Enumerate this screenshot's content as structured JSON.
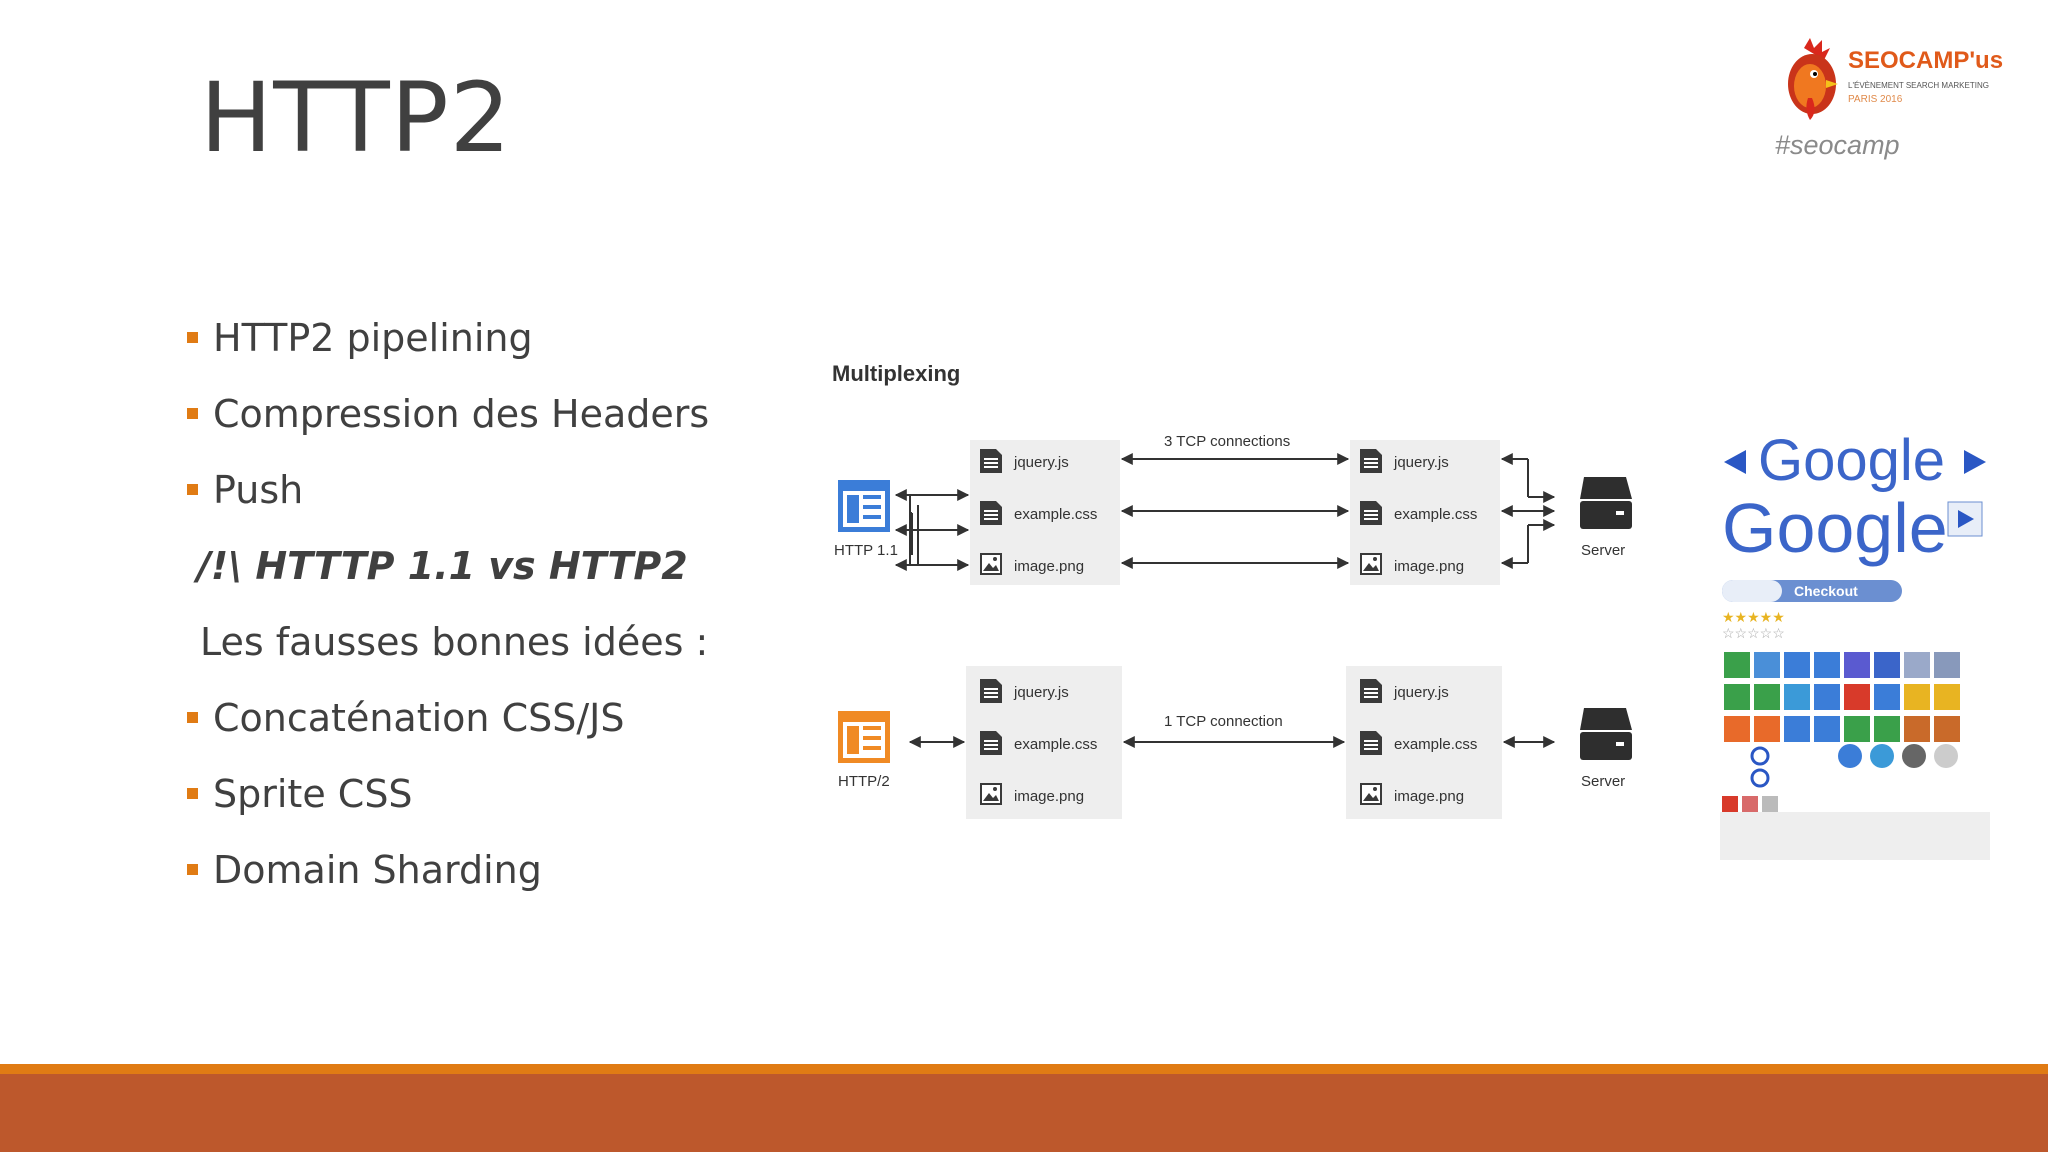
{
  "slide": {
    "title": "HTTP2",
    "hashtag": "#seocamp",
    "logo": {
      "brand": "SEOCAMP'us",
      "tagline": "L'ÉVÈNEMENT SEARCH MARKETING",
      "event": "PARIS 2016"
    },
    "bullets": [
      {
        "text": "HTTP2 pipelining",
        "style": "bullet"
      },
      {
        "text": "Compression des Headers",
        "style": "bullet"
      },
      {
        "text": "Push",
        "style": "bullet"
      },
      {
        "text": "/!\\ HTTTP 1.1 vs HTTP2",
        "style": "emphasis"
      },
      {
        "text": "Les fausses bonnes idées :",
        "style": "plain"
      },
      {
        "text": "Concaténation CSS/JS",
        "style": "bullet"
      },
      {
        "text": "Sprite CSS",
        "style": "bullet"
      },
      {
        "text": "Domain Sharding",
        "style": "bullet"
      }
    ],
    "diagram": {
      "heading": "Multiplexing",
      "http1": {
        "client_label": "HTTP 1.1",
        "connection_label": "3 TCP connections",
        "server_label": "Server",
        "files": [
          "jquery.js",
          "example.css",
          "image.png"
        ]
      },
      "http2": {
        "client_label": "HTTP/2",
        "connection_label": "1 TCP connection",
        "server_label": "Server",
        "files": [
          "jquery.js",
          "example.css",
          "image.png"
        ]
      }
    },
    "sprite": {
      "word": "Google",
      "button": "Checkout"
    },
    "colors": {
      "accent": "#e07b14",
      "footer": "#bd582c",
      "http1_icon": "#3b7dd8",
      "http2_icon": "#f08a24"
    }
  }
}
